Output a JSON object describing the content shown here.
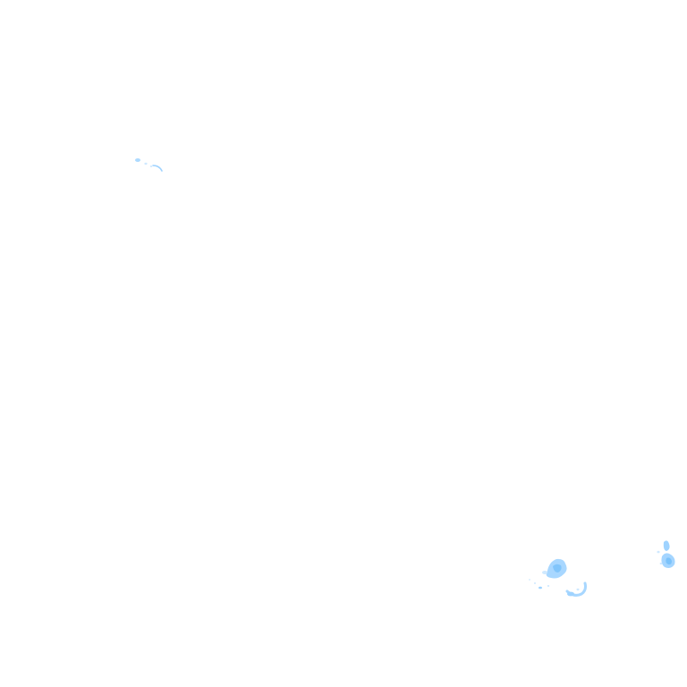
{
  "map": {
    "type": "precipitation-overlay-tile",
    "background_color": "#ffffff",
    "precip_color_light": "#cfe9ff",
    "precip_color_mid": "#9fd3ff",
    "precip_color_dark": "#7cc3fb",
    "blobs": [
      {
        "name": "precip-cell-northwest",
        "intensity": "light"
      },
      {
        "name": "precip-cell-southeast-main",
        "intensity": "moderate"
      },
      {
        "name": "precip-cell-southeast-trailing",
        "intensity": "light"
      },
      {
        "name": "precip-cell-east-edge",
        "intensity": "moderate"
      }
    ]
  }
}
